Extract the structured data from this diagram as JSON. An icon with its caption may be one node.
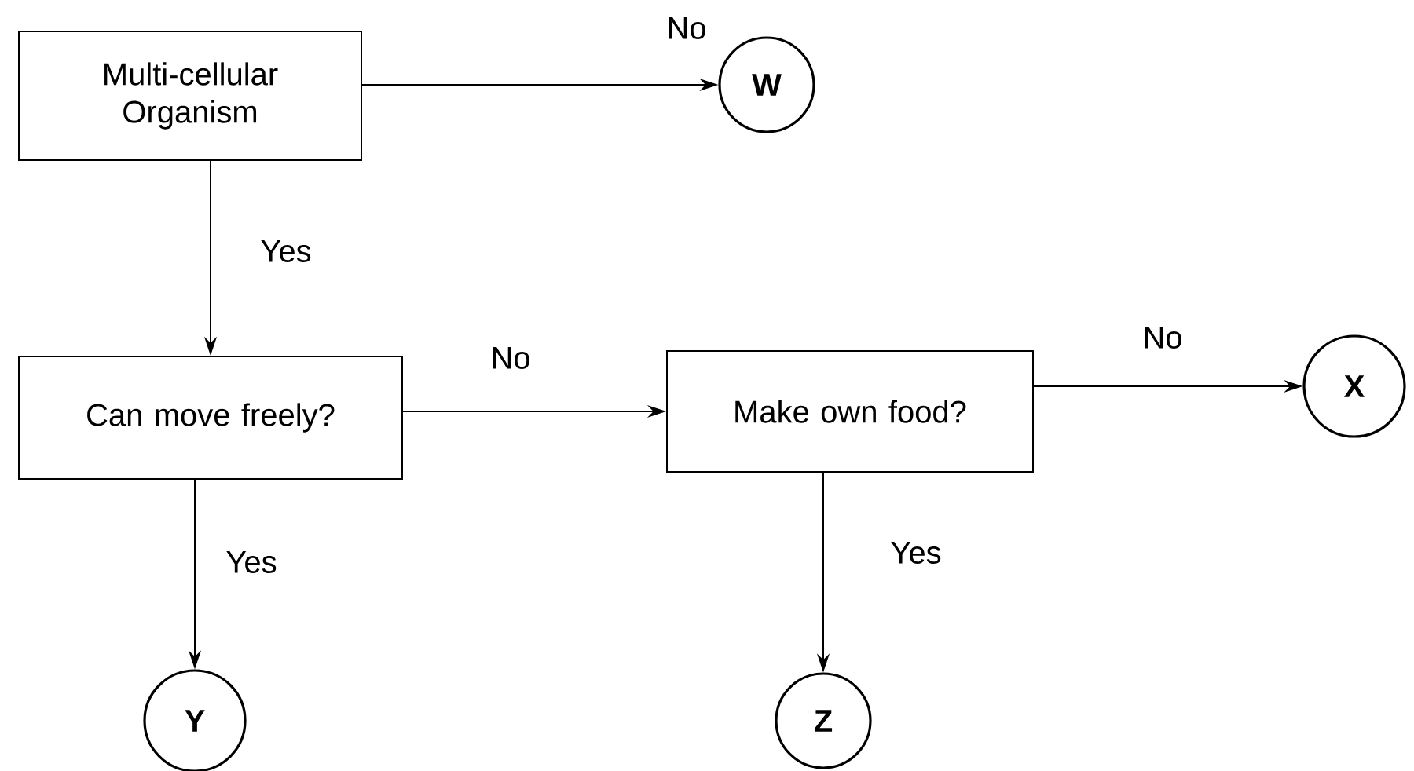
{
  "diagram": {
    "nodes": [
      {
        "text": [
          "Multi-cellular Organism"
        ]
      },
      {
        "text": [
          "W"
        ]
      },
      {
        "text": [
          "Can move freely?"
        ]
      },
      {
        "text": [
          "Make own food?"
        ]
      },
      {
        "text": [
          "X"
        ]
      },
      {
        "text": [
          "Y"
        ]
      },
      {
        "text": [
          "Z"
        ]
      }
    ],
    "edges": [
      {
        "from": 0,
        "to": 1,
        "arrow": "to",
        "label": "No"
      },
      {
        "from": 0,
        "to": 2,
        "arrow": "to",
        "label": "Yes"
      },
      {
        "from": 2,
        "to": 3,
        "arrow": "to",
        "label": "No"
      },
      {
        "from": 3,
        "to": 4,
        "arrow": "to",
        "label": "No"
      },
      {
        "from": 2,
        "to": 5,
        "arrow": "to",
        "label": "Yes"
      },
      {
        "from": 3,
        "to": 6,
        "arrow": "to",
        "label": "Yes"
      }
    ]
  }
}
